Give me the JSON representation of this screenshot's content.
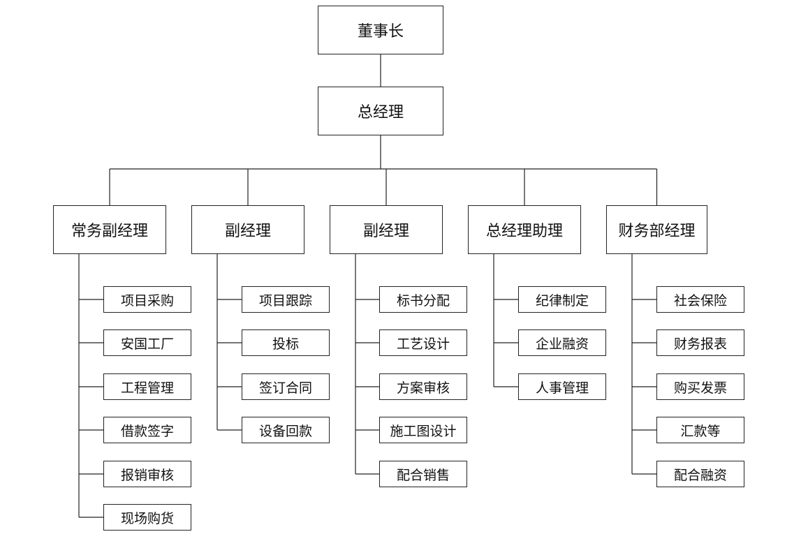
{
  "chairman": "董事长",
  "general_manager": "总经理",
  "departments": [
    {
      "title": "常务副经理",
      "tasks": [
        "项目采购",
        "安国工厂",
        "工程管理",
        "借款签字",
        "报销审核",
        "现场购货"
      ]
    },
    {
      "title": "副经理",
      "tasks": [
        "项目跟踪",
        "投标",
        "签订合同",
        "设备回款"
      ]
    },
    {
      "title": "副经理",
      "tasks": [
        "标书分配",
        "工艺设计",
        "方案审核",
        "施工图设计",
        "配合销售"
      ]
    },
    {
      "title": "总经理助理",
      "tasks": [
        "纪律制定",
        "企业融资",
        "人事管理"
      ]
    },
    {
      "title": "财务部经理",
      "tasks": [
        "社会保险",
        "财务报表",
        "购买发票",
        "汇款等",
        "配合融资"
      ]
    }
  ],
  "colors": {
    "line": "#222222",
    "box_border": "#222222",
    "text": "#111111",
    "background": "#ffffff"
  }
}
